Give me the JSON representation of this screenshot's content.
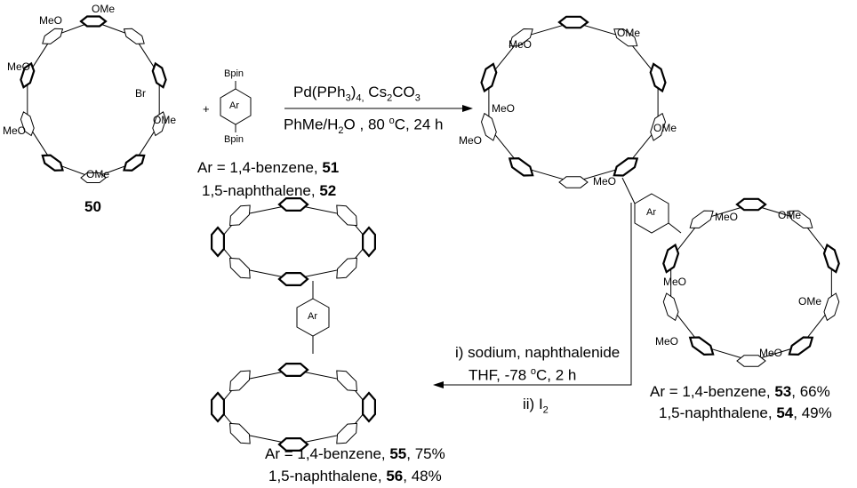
{
  "compound_50": {
    "number": "50",
    "substituents": [
      "MeO",
      "OMe",
      "MeO",
      "MeO",
      "Br",
      "OMe",
      "OMe"
    ]
  },
  "plus": "+",
  "reagent": {
    "top": "Bpin",
    "ring": "Ar",
    "bottom": "Bpin"
  },
  "reagent_labels": {
    "line1_prefix": "Ar = 1,4-benzene, ",
    "line1_num": "51",
    "line2_prefix": "1,5-naphthalene, ",
    "line2_num": "52"
  },
  "step1": {
    "above": {
      "a": "Pd(PPh",
      "a_sub": "3",
      "b": ")",
      "b_sub": "4,",
      "c": " Cs",
      "c_sub": "2",
      "d": "CO",
      "d_sub": "3"
    },
    "below": {
      "a": "PhMe/H",
      "a_sub": "2",
      "b": "O , 80 ",
      "sup": "o",
      "c": "C, 24 h"
    }
  },
  "product_53": {
    "top_substituents": [
      "MeO",
      "OMe",
      "MeO",
      "MeO",
      "OMe",
      "MeO"
    ],
    "ring": "Ar",
    "bottom_substituents": [
      "MeO",
      "OMe",
      "MeO",
      "MeO",
      "OMe",
      "MeO"
    ],
    "labels": {
      "line1_prefix": "Ar = 1,4-benzene, ",
      "line1_num": "53",
      "line1_yield": ", 66%",
      "line2_prefix": "1,5-naphthalene, ",
      "line2_num": "54",
      "line2_yield": ", 49%"
    }
  },
  "step2": {
    "line1": "i) sodium, naphthalenide",
    "line2": {
      "a": "THF, -78 ",
      "sup": "o",
      "b": "C, 2 h"
    },
    "line3": {
      "a": "ii) I",
      "sub": "2"
    }
  },
  "product_55": {
    "ring": "Ar",
    "labels": {
      "line1_prefix": "Ar = 1,4-benzene, ",
      "line1_num": "55",
      "line1_yield": ", 75%",
      "line2_prefix": "1,5-naphthalene, ",
      "line2_num": "56",
      "line2_yield": ", 48%"
    }
  }
}
